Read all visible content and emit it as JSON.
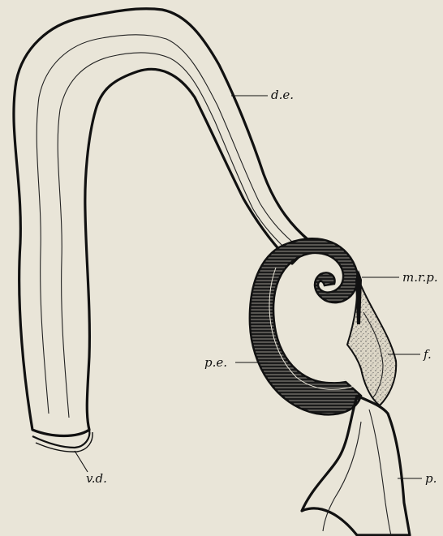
{
  "figure": {
    "labels": {
      "de": "d.e.",
      "mrp": "m.r.p.",
      "f": "f.",
      "pe": "p.e.",
      "vd": "v.d.",
      "p": "p."
    },
    "colors": {
      "paper": "#e9e5d8",
      "ink": "#111111",
      "stipple_fill": "#dcd6c6"
    }
  }
}
